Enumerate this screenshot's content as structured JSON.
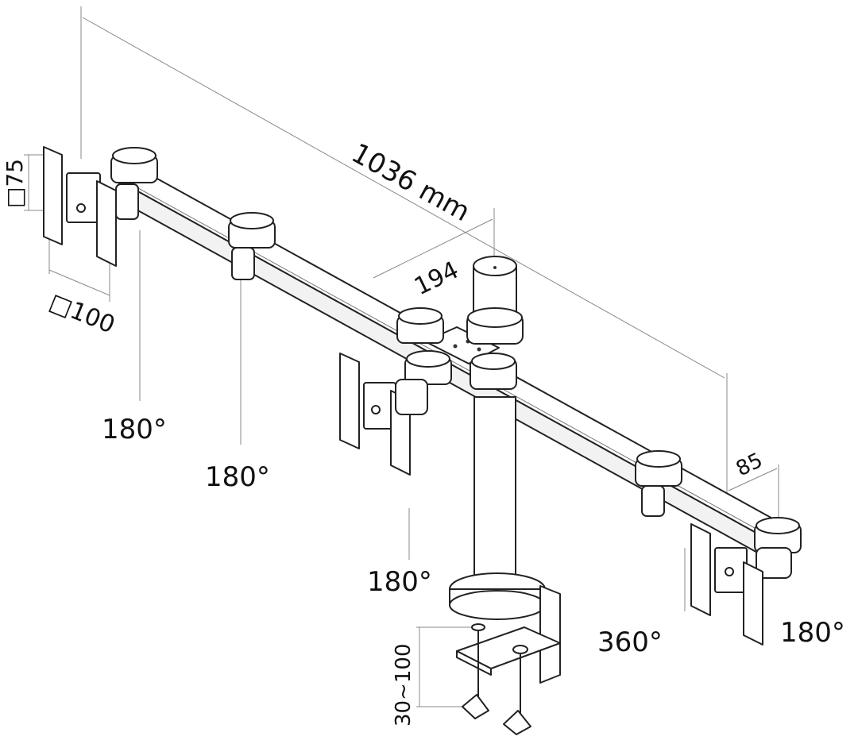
{
  "labels": {
    "length": "1036 mm",
    "arm_offset": "194",
    "end_offset": "85",
    "vesa_75": "□75",
    "vesa_100": "□100",
    "rot_left_1": "180°",
    "rot_left_2": "180°",
    "rot_center": "180°",
    "rot_right_360": "360°",
    "rot_right_180": "180°",
    "clamp_range": "30~100"
  }
}
